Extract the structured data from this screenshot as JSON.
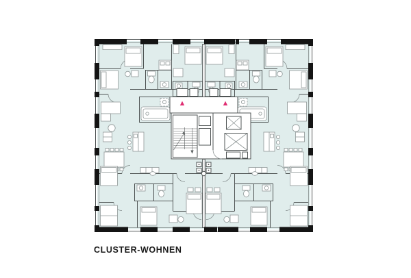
{
  "title": {
    "label": "CLUSTER-WOHNEN"
  },
  "plan": {
    "colors": {
      "background": "#ffffff",
      "room_tint": "#e0edec",
      "wall": "#4f5454",
      "pier": "#141414",
      "furniture_outline": "#8f9797",
      "core_fill": "#ffffff",
      "entrance_marker": "#e02d72"
    },
    "markers": {
      "entrance_symbol": "triangle-up",
      "entrance_count": 2
    },
    "core": {
      "elevator_count": 2,
      "stair_count": 1
    }
  }
}
